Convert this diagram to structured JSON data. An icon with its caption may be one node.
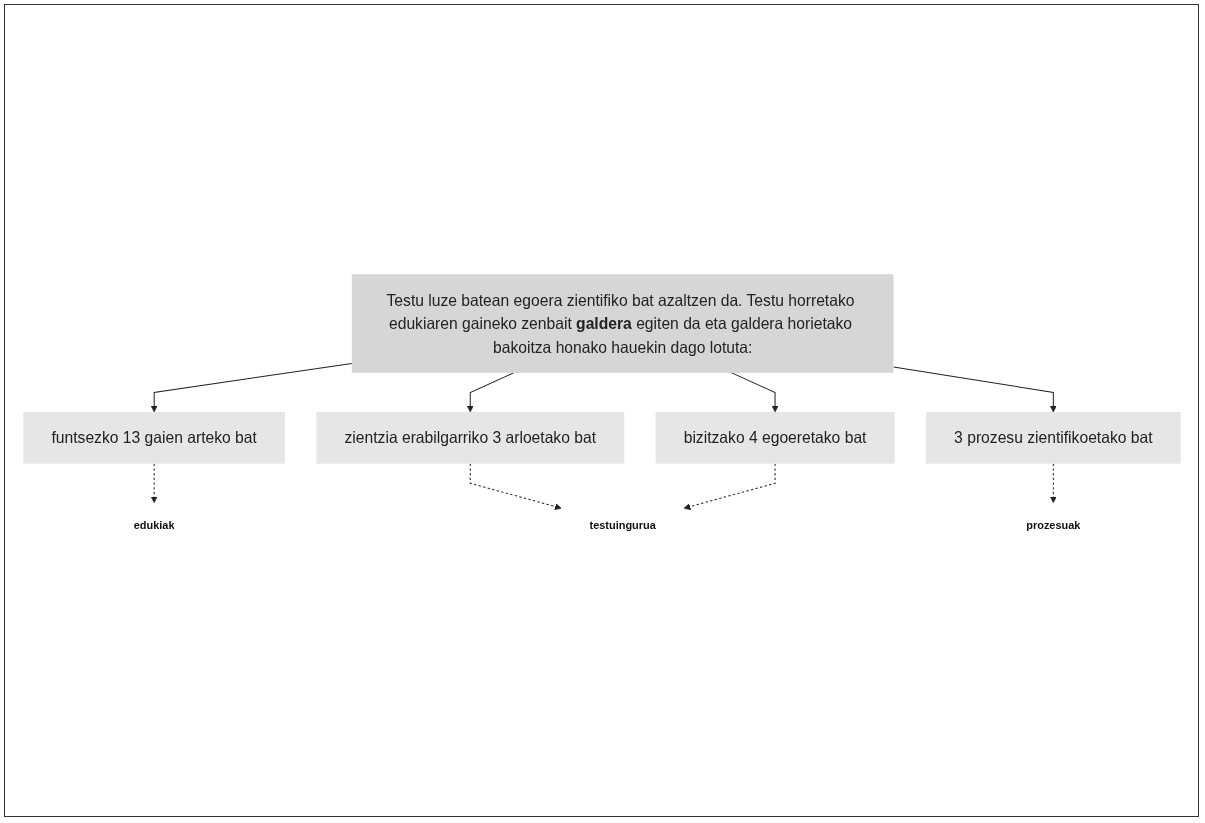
{
  "diagram": {
    "nodes": [
      {
        "text": [
          "Testu luze batean egoera zientifiko bat azaltzen da. Testu horretako edukiaren gaineko zenbait **galdera** egiten da eta galdera horietako bakoitza honako hauekin dago lotuta:"
        ]
      },
      {
        "text": [
          "funtsezko 13 gaien arteko bat"
        ]
      },
      {
        "text": [
          "zientzia erabilgarriko 3 arloetako bat"
        ]
      },
      {
        "text": [
          "bizitzako 4 egoeretako bat"
        ]
      },
      {
        "text": [
          "3 prozesu zientifikoetako bat"
        ]
      },
      {
        "text": [
          "edukiak"
        ]
      },
      {
        "text": [
          "testuingurua"
        ]
      },
      {
        "text": [
          "prozesuak"
        ]
      }
    ],
    "edges": [
      {
        "from": 0,
        "to": 1,
        "arrow": "to"
      },
      {
        "from": 0,
        "to": 2,
        "arrow": "to"
      },
      {
        "from": 0,
        "to": 3,
        "arrow": "to"
      },
      {
        "from": 0,
        "to": 4,
        "arrow": "to"
      },
      {
        "from": 1,
        "to": 5,
        "arrow": "to",
        "style": "dashed"
      },
      {
        "from": 2,
        "to": 6,
        "arrow": "to",
        "style": "dashed"
      },
      {
        "from": 3,
        "to": 6,
        "arrow": "to",
        "style": "dashed"
      },
      {
        "from": 4,
        "to": 7,
        "arrow": "to",
        "style": "dashed"
      }
    ]
  }
}
